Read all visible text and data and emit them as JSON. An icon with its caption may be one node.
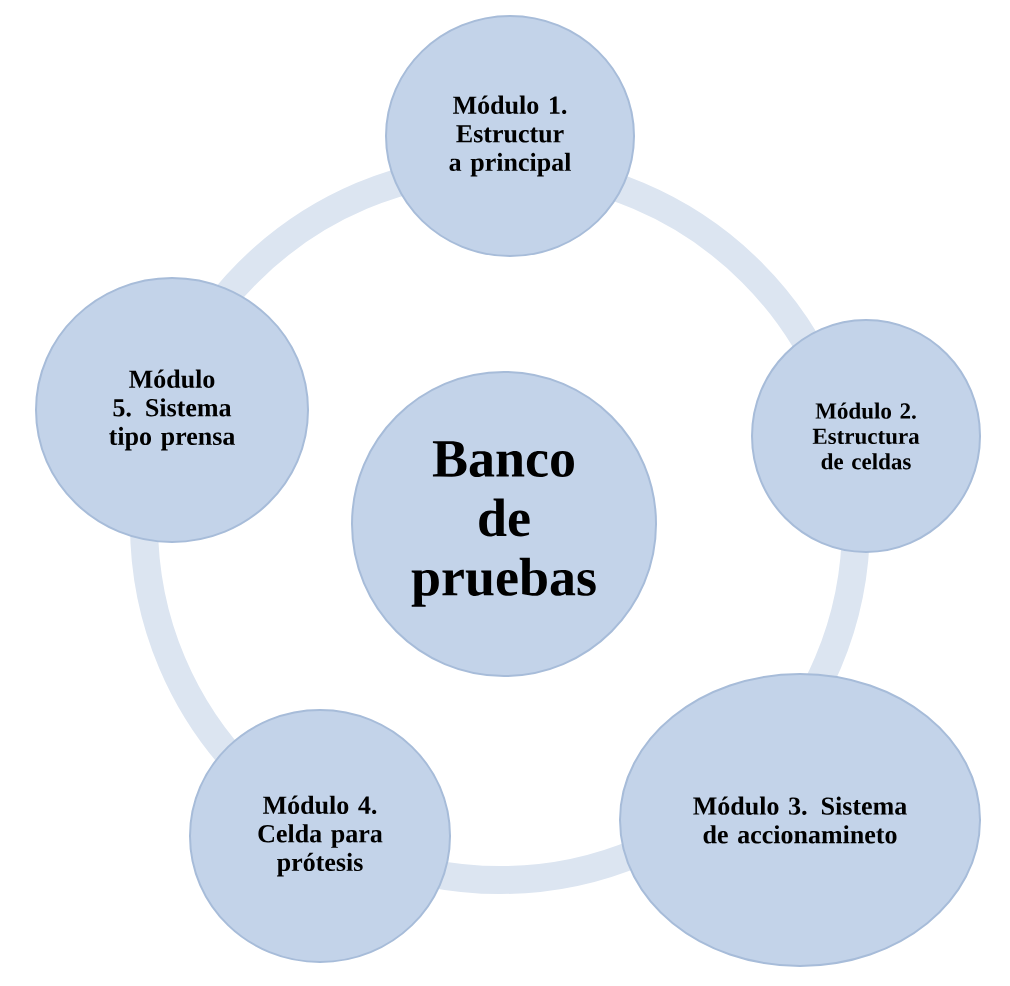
{
  "diagram": {
    "nodes": [
      {
        "text": [
          "Banco de pruebas"
        ]
      },
      {
        "text": [
          "Módulo 1. Estructur a principal"
        ]
      },
      {
        "text": [
          "Módulo 2. Estructura de celdas"
        ]
      },
      {
        "text": [
          "Módulo 3. Sistema de accionamineto"
        ]
      },
      {
        "text": [
          "Módulo 4. Celda para prótesis"
        ]
      },
      {
        "text": [
          "Módulo 5. Sistema tipo prensa"
        ]
      }
    ]
  }
}
